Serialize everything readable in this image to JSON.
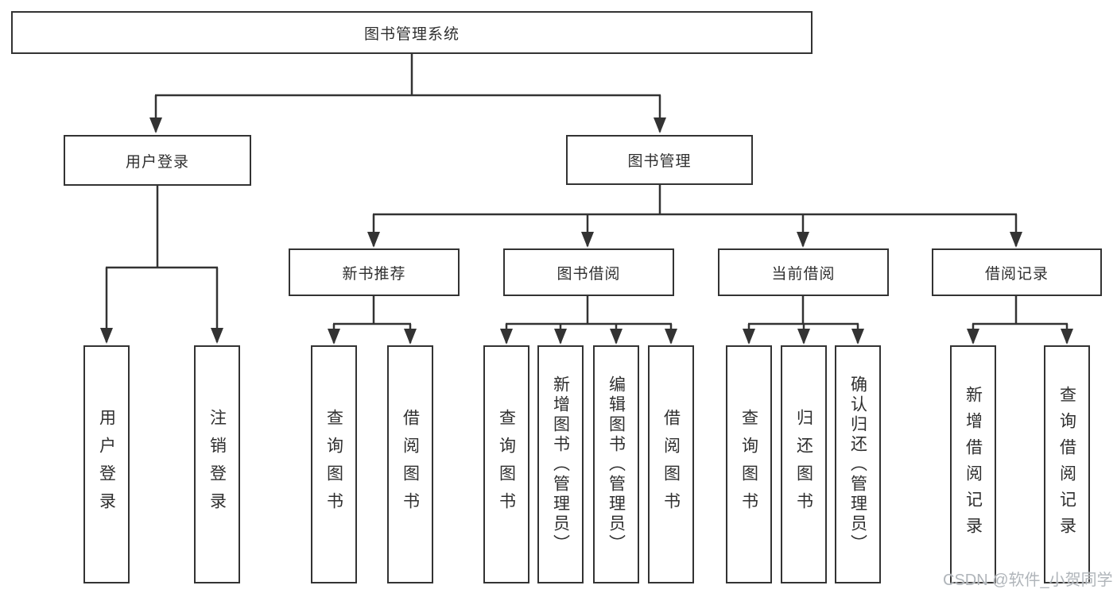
{
  "diagram": {
    "title": "图书管理系统",
    "tree": {
      "root": {
        "label": "图书管理系统",
        "children": [
          {
            "label": "用户登录",
            "children": [
              {
                "label": "用户登录"
              },
              {
                "label": "注销登录"
              }
            ]
          },
          {
            "label": "图书管理",
            "children": [
              {
                "label": "新书推荐",
                "children": [
                  {
                    "label": "查询图书"
                  },
                  {
                    "label": "借阅图书"
                  }
                ]
              },
              {
                "label": "图书借阅",
                "children": [
                  {
                    "label": "查询图书"
                  },
                  {
                    "label": "新增图书（管理员）"
                  },
                  {
                    "label": "编辑图书（管理员）"
                  },
                  {
                    "label": "借阅图书"
                  }
                ]
              },
              {
                "label": "当前借阅",
                "children": [
                  {
                    "label": "查询图书"
                  },
                  {
                    "label": "归还图书"
                  },
                  {
                    "label": "确认归还（管理员）"
                  }
                ]
              },
              {
                "label": "借阅记录",
                "children": [
                  {
                    "label": "新增借阅记录"
                  },
                  {
                    "label": "查询借阅记录"
                  }
                ]
              }
            ]
          }
        ]
      }
    }
  },
  "watermark": {
    "text": "CSDN @软件_小贺同学"
  },
  "colors": {
    "line": "#333333",
    "box_border": "#333333",
    "text": "#2f2f2f",
    "watermark": "#b0b5ba",
    "background": "#ffffff"
  }
}
